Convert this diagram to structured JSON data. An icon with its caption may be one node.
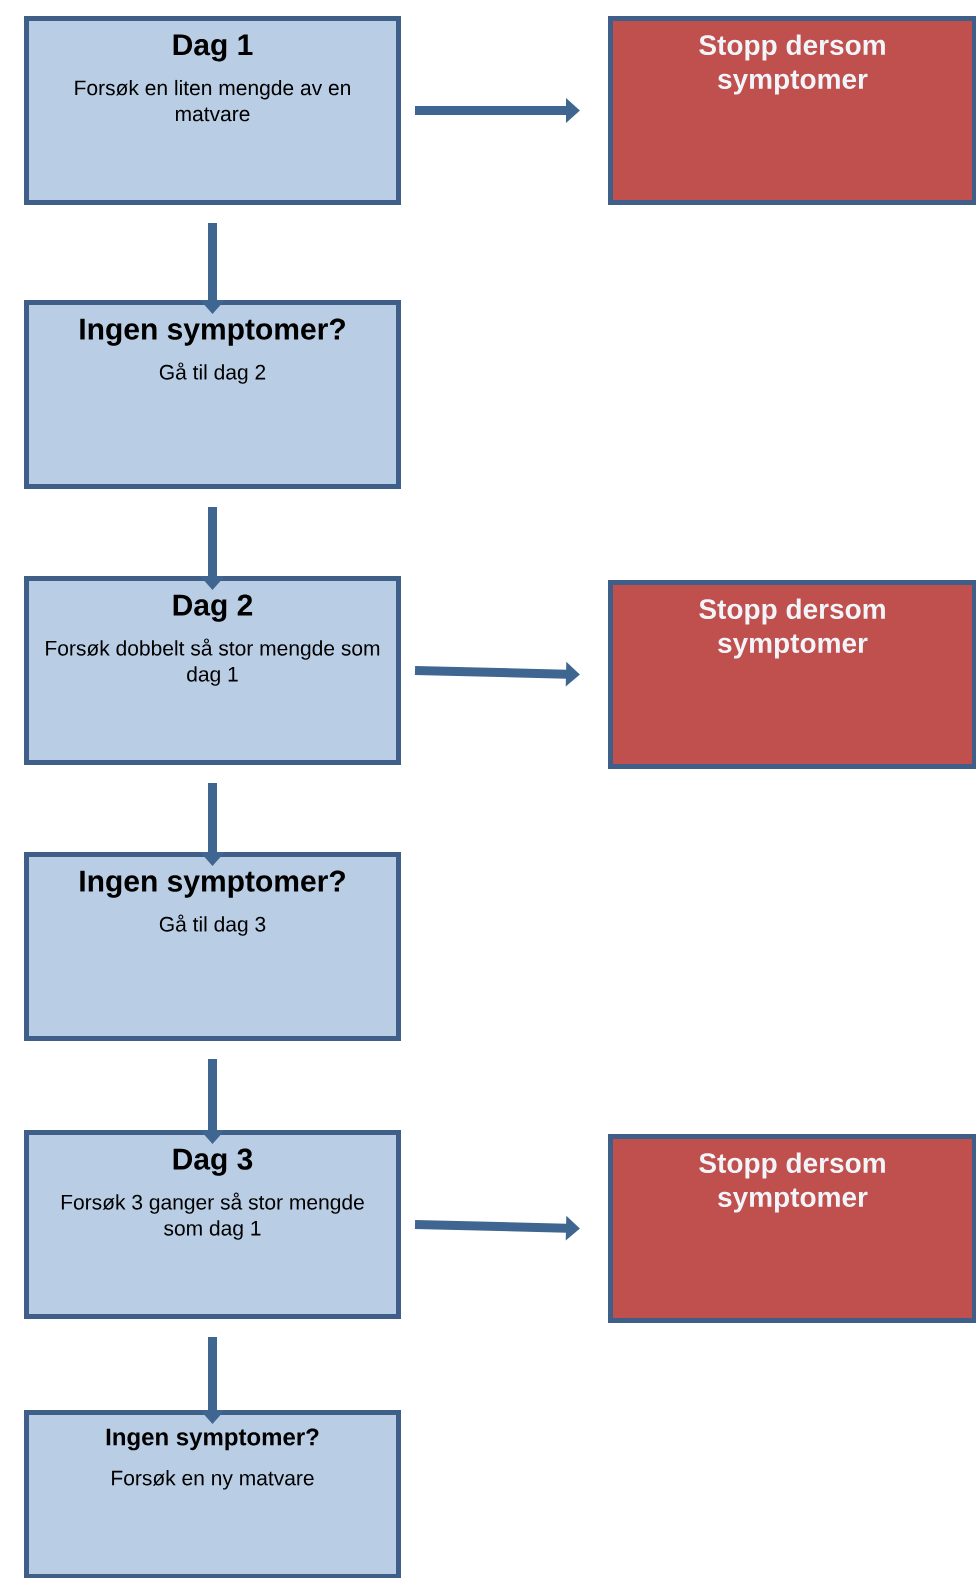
{
  "diagram": {
    "nodes": [
      {
        "text": [
          "Dag 1",
          "Forsøk en liten mengde av en matvare"
        ]
      },
      {
        "text": [
          "Stopp dersom symptomer"
        ]
      },
      {
        "text": [
          "Ingen symptomer?",
          "Gå til dag 2"
        ]
      },
      {
        "text": [
          "Dag 2",
          "Forsøk dobbelt så stor mengde som dag 1"
        ]
      },
      {
        "text": [
          "Stopp dersom symptomer"
        ]
      },
      {
        "text": [
          "Ingen symptomer?",
          "Gå til dag 3"
        ]
      },
      {
        "text": [
          "Dag 3",
          "Forsøk 3 ganger så stor mengde som dag 1"
        ]
      },
      {
        "text": [
          "Stopp dersom symptomer"
        ]
      },
      {
        "text": [
          "Ingen symptomer?",
          "Forsøk en ny matvare"
        ]
      }
    ],
    "edges": [
      {
        "from": 0,
        "to": 1,
        "arrow": "to"
      },
      {
        "from": 0,
        "to": 2,
        "arrow": "to"
      },
      {
        "from": 2,
        "to": 3,
        "arrow": "to"
      },
      {
        "from": 3,
        "to": 4,
        "arrow": "to"
      },
      {
        "from": 3,
        "to": 5,
        "arrow": "to"
      },
      {
        "from": 5,
        "to": 6,
        "arrow": "to"
      },
      {
        "from": 6,
        "to": 7,
        "arrow": "to"
      },
      {
        "from": 6,
        "to": 8,
        "arrow": "to"
      }
    ]
  }
}
